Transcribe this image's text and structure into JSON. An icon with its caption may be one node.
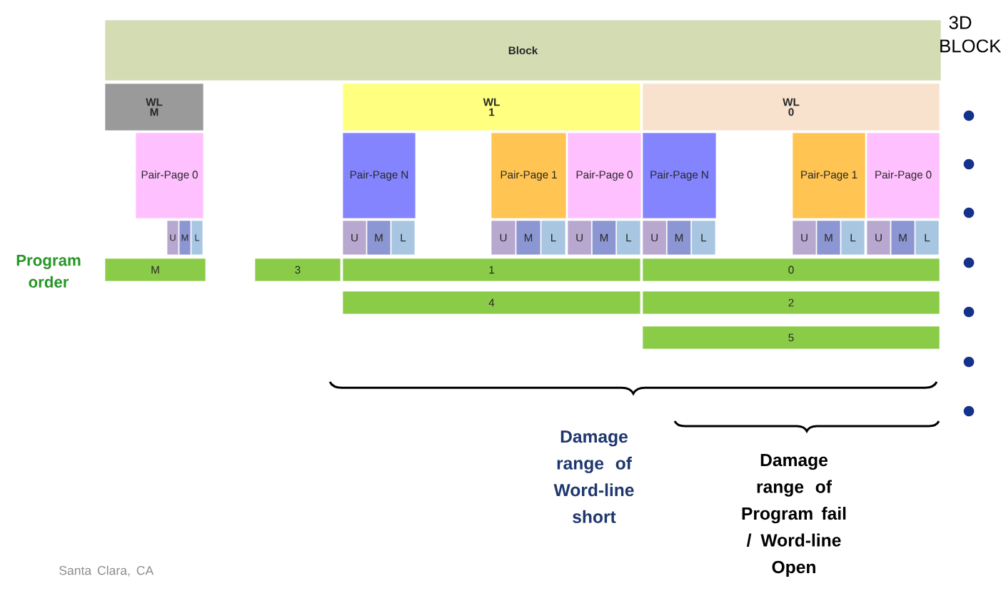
{
  "diagram": {
    "nodes": [
      {
        "text": [
          "Block"
        ]
      },
      {
        "text": [
          "WL M"
        ]
      },
      {
        "text": [
          "WL 1"
        ]
      },
      {
        "text": [
          "WL 0"
        ]
      },
      {
        "text": [
          "Pair-Page 0"
        ]
      },
      {
        "text": [
          "Pair-Page N"
        ]
      },
      {
        "text": [
          "Pair-Page 1"
        ]
      },
      {
        "text": [
          "Pair-Page 0"
        ]
      },
      {
        "text": [
          "Pair-Page N"
        ]
      },
      {
        "text": [
          "Pair-Page 1"
        ]
      },
      {
        "text": [
          "Pair-Page 0"
        ]
      },
      {
        "text": [
          "U"
        ]
      },
      {
        "text": [
          "M"
        ]
      },
      {
        "text": [
          "L"
        ]
      },
      {
        "text": [
          "U"
        ]
      },
      {
        "text": [
          "M"
        ]
      },
      {
        "text": [
          "L"
        ]
      },
      {
        "text": [
          "U"
        ]
      },
      {
        "text": [
          "M"
        ]
      },
      {
        "text": [
          "L"
        ]
      },
      {
        "text": [
          "U"
        ]
      },
      {
        "text": [
          "M"
        ]
      },
      {
        "text": [
          "L"
        ]
      },
      {
        "text": [
          "U"
        ]
      },
      {
        "text": [
          "M"
        ]
      },
      {
        "text": [
          "L"
        ]
      },
      {
        "text": [
          "U"
        ]
      },
      {
        "text": [
          "M"
        ]
      },
      {
        "text": [
          "L"
        ]
      },
      {
        "text": [
          "U"
        ]
      },
      {
        "text": [
          "M"
        ]
      },
      {
        "text": [
          "L"
        ]
      },
      {
        "text": [
          "M"
        ]
      },
      {
        "text": [
          "3"
        ]
      },
      {
        "text": [
          "1"
        ]
      },
      {
        "text": [
          "0"
        ]
      },
      {
        "text": [
          "4"
        ]
      },
      {
        "text": [
          "2"
        ]
      },
      {
        "text": [
          "5"
        ]
      }
    ],
    "labels": [
      "3D BLOCK",
      "Program order",
      "Damage range of Word-line short",
      "Damage range of Program fail / Word-line Open",
      "Santa Clara, CA"
    ]
  }
}
